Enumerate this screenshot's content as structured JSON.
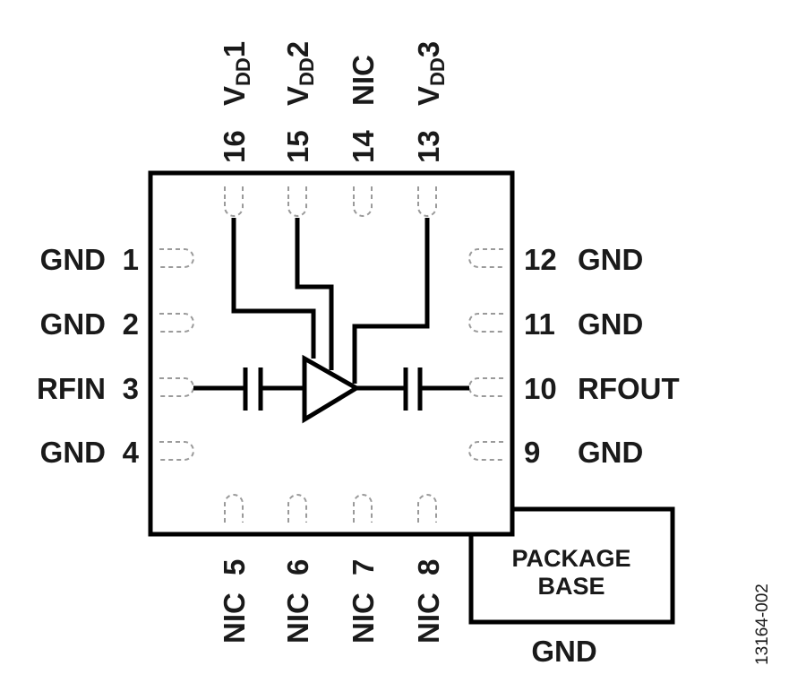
{
  "pins": {
    "left": [
      {
        "num": "1",
        "name": "GND"
      },
      {
        "num": "2",
        "name": "GND"
      },
      {
        "num": "3",
        "name": "RFIN"
      },
      {
        "num": "4",
        "name": "GND"
      }
    ],
    "right": [
      {
        "num": "12",
        "name": "GND"
      },
      {
        "num": "11",
        "name": "GND"
      },
      {
        "num": "10",
        "name": "RFOUT"
      },
      {
        "num": "9",
        "name": "GND"
      }
    ],
    "top": [
      {
        "num": "16",
        "name": "V",
        "sub": "DD",
        "suffix": "1"
      },
      {
        "num": "15",
        "name": "V",
        "sub": "DD",
        "suffix": "2"
      },
      {
        "num": "14",
        "name": "NIC",
        "sub": "",
        "suffix": ""
      },
      {
        "num": "13",
        "name": "V",
        "sub": "DD",
        "suffix": "3"
      }
    ],
    "bottom": [
      {
        "num": "5",
        "name": "NIC"
      },
      {
        "num": "6",
        "name": "NIC"
      },
      {
        "num": "7",
        "name": "NIC"
      },
      {
        "num": "8",
        "name": "NIC"
      }
    ]
  },
  "package_base": {
    "line1": "PACKAGE",
    "line2": "BASE",
    "connection": "GND"
  },
  "figure_id": "13164-002"
}
